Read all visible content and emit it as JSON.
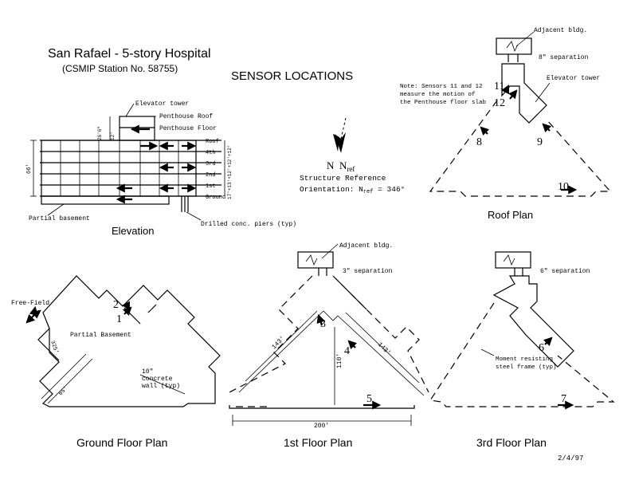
{
  "title": {
    "main": "San Rafael - 5-story Hospital",
    "station": "(CSMIP Station No. 58755)",
    "heading": "SENSOR LOCATIONS",
    "date": "2/4/97"
  },
  "orientation": {
    "n_label": "N",
    "nref_base": "N",
    "nref_sub": "ref",
    "line1": "Structure Reference",
    "line2_prefix": "Orientation: N",
    "line2_sub": "ref",
    "line2_suffix": " = 346°"
  },
  "elevation": {
    "caption": "Elevation",
    "elevator_tower": "Elevator tower",
    "penthouse_roof": "Penthouse Roof",
    "penthouse_floor": "Penthouse Floor",
    "levels": [
      "Roof",
      "4th",
      "3rd",
      "2nd",
      "1st",
      "Ground"
    ],
    "total_height": "66'",
    "story_dims": "17'+13'+12'+12'+12'",
    "penthouse_dims": [
      "26'6\"",
      "12'"
    ],
    "partial_basement": "Partial basement",
    "piers": "Drilled conc. piers (typ)"
  },
  "roof_plan": {
    "caption": "Roof Plan",
    "adjacent": "Adjacent bldg.",
    "separation": "8\" separation",
    "elevator_tower": "Elevator tower",
    "note": [
      "Note: Sensors 11 and 12",
      "measure the motion of",
      "the Penthouse floor slab"
    ],
    "sensors": [
      "11",
      "12",
      "8",
      "9",
      "10"
    ]
  },
  "ground_plan": {
    "caption": "Ground Floor Plan",
    "free_field": "Free-Field",
    "partial_basement": "Partial Basement",
    "dims": [
      "325'",
      "65'"
    ],
    "wall_note": [
      "10\"",
      "concrete",
      "wall (typ)"
    ],
    "sensors": [
      "2",
      "1"
    ]
  },
  "first_plan": {
    "caption": "1st Floor Plan",
    "adjacent": "Adjacent bldg.",
    "separation": "3\" separation",
    "dims": [
      "143'",
      "143'",
      "110'",
      "200'"
    ],
    "sensors": [
      "3",
      "4",
      "5"
    ]
  },
  "third_plan": {
    "caption": "3rd Floor Plan",
    "separation": "6\" separation",
    "frame_note": [
      "Moment resisting",
      "steel frame (typ)"
    ],
    "sensors": [
      "6",
      "7"
    ]
  }
}
